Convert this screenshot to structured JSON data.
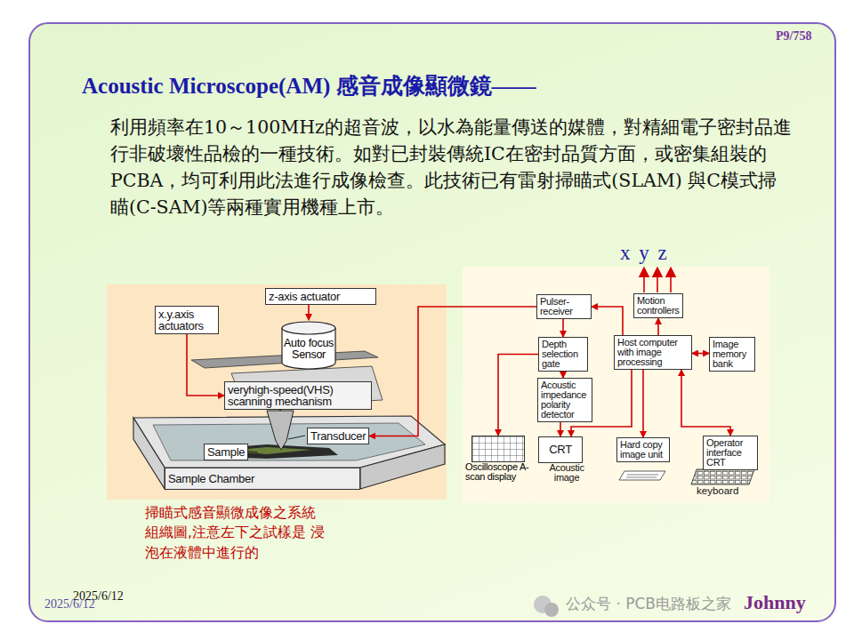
{
  "diagram": {
    "title": "Acoustic Microscope(AM) 感音成像顯微鏡——",
    "caption": "掃瞄式感音顯微成像之系統 組織圖,注意左下之試樣是 浸泡在液體中進行的",
    "nodes": [
      {
        "text": [
          "z-axis actuator"
        ]
      },
      {
        "text": [
          "x.y.axis actuators"
        ]
      },
      {
        "text": [
          "Auto focus Sensor"
        ]
      },
      {
        "text": [
          "veryhigh-speed(VHS) scanning mechanism"
        ]
      },
      {
        "text": [
          "Sample"
        ]
      },
      {
        "text": [
          "Transducer"
        ]
      },
      {
        "text": [
          "Sample Chamber"
        ]
      },
      {
        "text": [
          "Pulser-receiver"
        ]
      },
      {
        "text": [
          "Motion controllers"
        ]
      },
      {
        "text": [
          "Depth selection gate"
        ]
      },
      {
        "text": [
          "Host computer with image processing"
        ]
      },
      {
        "text": [
          "Image memory bank"
        ]
      },
      {
        "text": [
          "Acoustic impedance polarity detector"
        ]
      },
      {
        "text": [
          "Oscilloscope A-scan display"
        ]
      },
      {
        "text": [
          "CRT",
          "Acoustic image"
        ]
      },
      {
        "text": [
          "Hard copy image unit"
        ]
      },
      {
        "text": [
          "Operator interface CRT"
        ]
      }
    ],
    "edges": [
      {
        "from": 0,
        "to": 2,
        "arrow": "to"
      },
      {
        "from": 1,
        "to": 3,
        "arrow": "to"
      },
      {
        "from": 7,
        "to": 5,
        "arrow": "to"
      },
      {
        "from": 7,
        "to": 9,
        "arrow": "to"
      },
      {
        "from": 9,
        "to": 12,
        "arrow": "to"
      },
      {
        "from": 10,
        "to": 7,
        "arrow": "to"
      },
      {
        "from": 10,
        "to": 8,
        "arrow": "to"
      },
      {
        "from": 10,
        "to": 11,
        "arrow": "both"
      },
      {
        "from": 10,
        "to": 14,
        "arrow": "to"
      },
      {
        "from": 10,
        "to": 15,
        "arrow": "to"
      },
      {
        "from": 10,
        "to": 16,
        "arrow": "both"
      },
      {
        "from": 12,
        "to": 14,
        "arrow": "to"
      },
      {
        "from": 9,
        "to": 13,
        "arrow": "to"
      }
    ],
    "labels": [
      "P9/758",
      "利用頻率在10～100MHz的超音波，以水為能量傳送的媒體，對精細電子密封品進行非破壞性品檢的一種技術。如對已封裝傳統IC在密封品質方面，或密集組裝的PCBA，均可利用此法進行成像檢查。此技術已有雷射掃瞄式(SLAM) 與C模式掃瞄(C-SAM)等兩種實用機種上市。",
      "x y z",
      "keyboard",
      "2025/6/12",
      "2025/6/12",
      "Johnny",
      "公众号 · PCB电路板之家"
    ]
  }
}
